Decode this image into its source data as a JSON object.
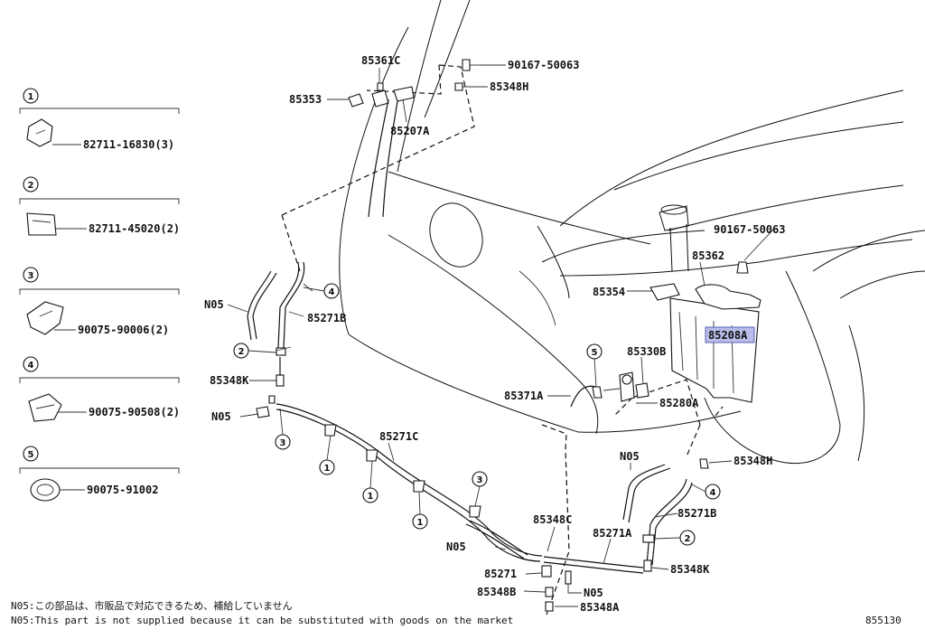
{
  "legend": [
    {
      "num": "1",
      "part": "82711-16830(3)"
    },
    {
      "num": "2",
      "part": "82711-45020(2)"
    },
    {
      "num": "3",
      "part": "90075-90006(2)"
    },
    {
      "num": "4",
      "part": "90075-90508(2)"
    },
    {
      "num": "5",
      "part": "90075-91002"
    }
  ],
  "parts": {
    "p85361c": "85361C",
    "p90167a": "90167-50063",
    "p85353": "85353",
    "p85348h_top": "85348H",
    "p85207a": "85207A",
    "p90167b": "90167-50063",
    "p85362": "85362",
    "p85354": "85354",
    "p85208a": "85208A",
    "p85330b": "85330B",
    "p85371a": "85371A",
    "p85280a": "85280A",
    "n05_left": "N05",
    "p85271b_left": "85271B",
    "p85348k_left": "85348K",
    "n05_left2": "N05",
    "p85271c": "85271C",
    "n05_right": "N05",
    "p85348h_right": "85348H",
    "p85271b_right": "85271B",
    "p85348c": "85348C",
    "p85271a": "85271A",
    "n05_bottom": "N05",
    "p85271": "85271",
    "p85348k_right": "85348K",
    "p85348b": "85348B",
    "n05_small": "N05",
    "p85348a": "85348A"
  },
  "callouts": {
    "c4a": "4",
    "c2a": "2",
    "c3a": "3",
    "c1a": "1",
    "c1b": "1",
    "c1c": "1",
    "c3b": "3",
    "c5": "5",
    "c4b": "4",
    "c2b": "2"
  },
  "notes": {
    "jp": "N05:この部品は、市販品で対応できるため、補給していません",
    "en": "N05:This part is not supplied because it can be substituted with goods on the market"
  },
  "diagram_id": "855130"
}
